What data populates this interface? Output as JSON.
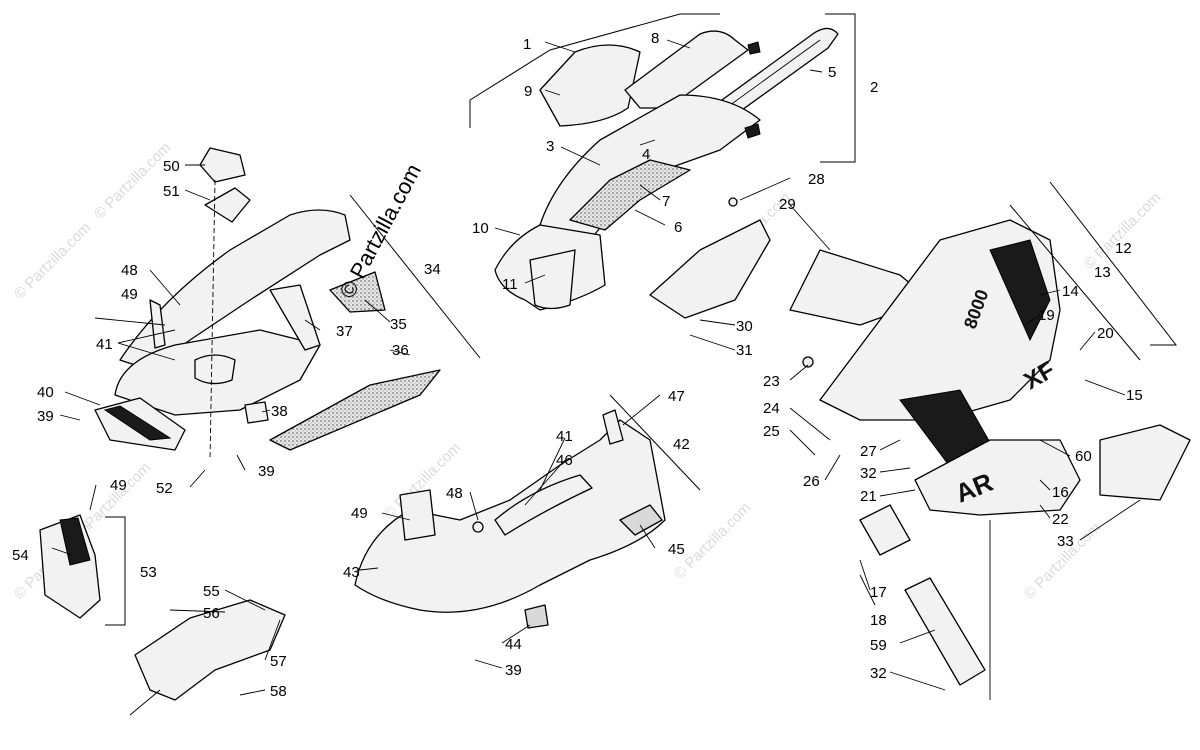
{
  "watermark": {
    "main": "© Partzilla.com",
    "repeat": "© Partzilla.com"
  },
  "labels": {
    "l1": "1",
    "l2": "2",
    "l3": "3",
    "l4": "4",
    "l5": "5",
    "l6": "6",
    "l7": "7",
    "l8": "8",
    "l9": "9",
    "l10": "10",
    "l11": "11",
    "l12": "12",
    "l13": "13",
    "l14": "14",
    "l15": "15",
    "l16": "16",
    "l17": "17",
    "l18": "18",
    "l19": "19",
    "l20": "20",
    "l21": "21",
    "l22": "22",
    "l23": "23",
    "l24": "24",
    "l25": "25",
    "l26": "26",
    "l27": "27",
    "l28": "28",
    "l29": "29",
    "l30": "30",
    "l31": "31",
    "l32": "32",
    "l33": "33",
    "l34": "34",
    "l35": "35",
    "l36": "36",
    "l37": "37",
    "l38": "38",
    "l39": "39",
    "l40": "40",
    "l41": "41",
    "l42": "42",
    "l43": "43",
    "l44": "44",
    "l45": "45",
    "l46": "46",
    "l47": "47",
    "l48": "48",
    "l49": "49",
    "l50": "50",
    "l51": "51",
    "l52": "52",
    "l53": "53",
    "l54": "54",
    "l55": "55",
    "l56": "56",
    "l57": "57",
    "l58": "58",
    "l59": "59",
    "l60": "60"
  },
  "decals": {
    "model": "8000",
    "brand_a": "AR",
    "brand_b": "XF"
  }
}
